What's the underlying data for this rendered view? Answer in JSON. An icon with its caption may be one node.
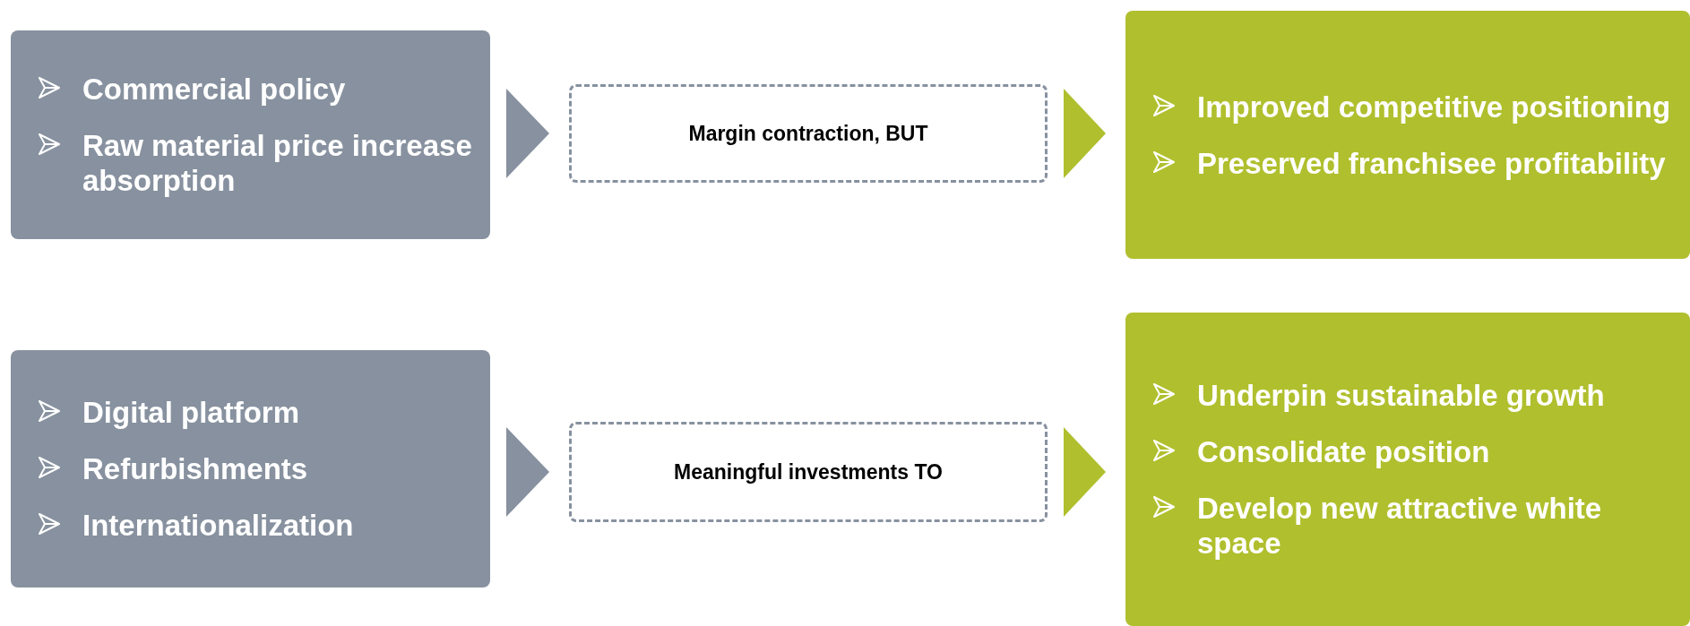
{
  "diagram": {
    "nodes": [
      {
        "text": [
          "Commercial policy",
          "Raw material price increase absorption"
        ]
      },
      {
        "text": [
          "Margin contraction, BUT"
        ]
      },
      {
        "text": [
          "Improved competitive positioning",
          "Preserved franchisee profitability"
        ]
      },
      {
        "text": [
          "Digital platform",
          "Refurbishments",
          "Internationalization"
        ]
      },
      {
        "text": [
          "Meaningful investments TO"
        ]
      },
      {
        "text": [
          "Underpin sustainable growth",
          "Consolidate position",
          "Develop new attractive white space"
        ]
      }
    ],
    "edges": [
      {
        "from": 0,
        "to": 1,
        "arrow": "to"
      },
      {
        "from": 1,
        "to": 2,
        "arrow": "to",
        "color": "#b0bf2d"
      },
      {
        "from": 3,
        "to": 4,
        "arrow": "to"
      },
      {
        "from": 4,
        "to": 5,
        "arrow": "to",
        "color": "#b0bf2d"
      }
    ]
  }
}
